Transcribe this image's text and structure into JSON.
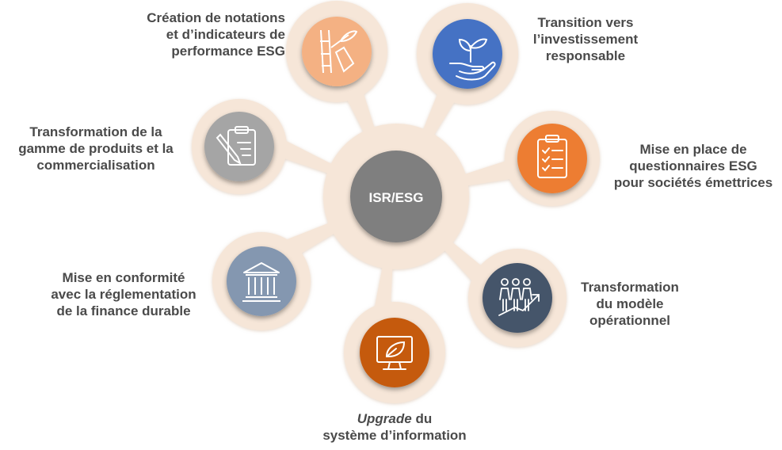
{
  "center": {
    "label": "ISR/ESG",
    "color": "#7f7f7f"
  },
  "colors": {
    "petal": "#f6e6d8",
    "petal_edge": "#e9cdb3",
    "label_text": "#4a4a4a"
  },
  "nodes": [
    {
      "id": "notations",
      "icon": "bamboo-icon",
      "color": "#f4b183",
      "lines": [
        "Création de notations",
        "et d’indicateurs de",
        "performance ESG"
      ]
    },
    {
      "id": "investissement",
      "icon": "hand-sprout-icon",
      "color": "#4472c4",
      "lines": [
        "Transition vers",
        "l’investissement",
        "responsable"
      ]
    },
    {
      "id": "questionnaires",
      "icon": "checklist-clipboard-icon",
      "color": "#ed7d31",
      "lines": [
        "Mise en place de",
        "questionnaires ESG",
        "pour sociétés émettrices"
      ]
    },
    {
      "id": "modele",
      "icon": "people-growth-icon",
      "color": "#44546a",
      "lines": [
        "Transformation",
        "du modèle",
        "opérationnel"
      ]
    },
    {
      "id": "systeme",
      "icon": "monitor-leaf-icon",
      "color": "#c55a11",
      "lines_italic_prefix": "Upgrade",
      "line1_rest": " du",
      "line2": "système d’information"
    },
    {
      "id": "conformite",
      "icon": "bank-building-icon",
      "color": "#8497b0",
      "lines": [
        "Mise en conformité",
        "avec la réglementation",
        "de la finance durable"
      ]
    },
    {
      "id": "gamme",
      "icon": "clipboard-pencil-icon",
      "color": "#a5a5a5",
      "lines": [
        "Transformation de la",
        "gamme de produits  et la",
        "commercialisation"
      ]
    }
  ]
}
